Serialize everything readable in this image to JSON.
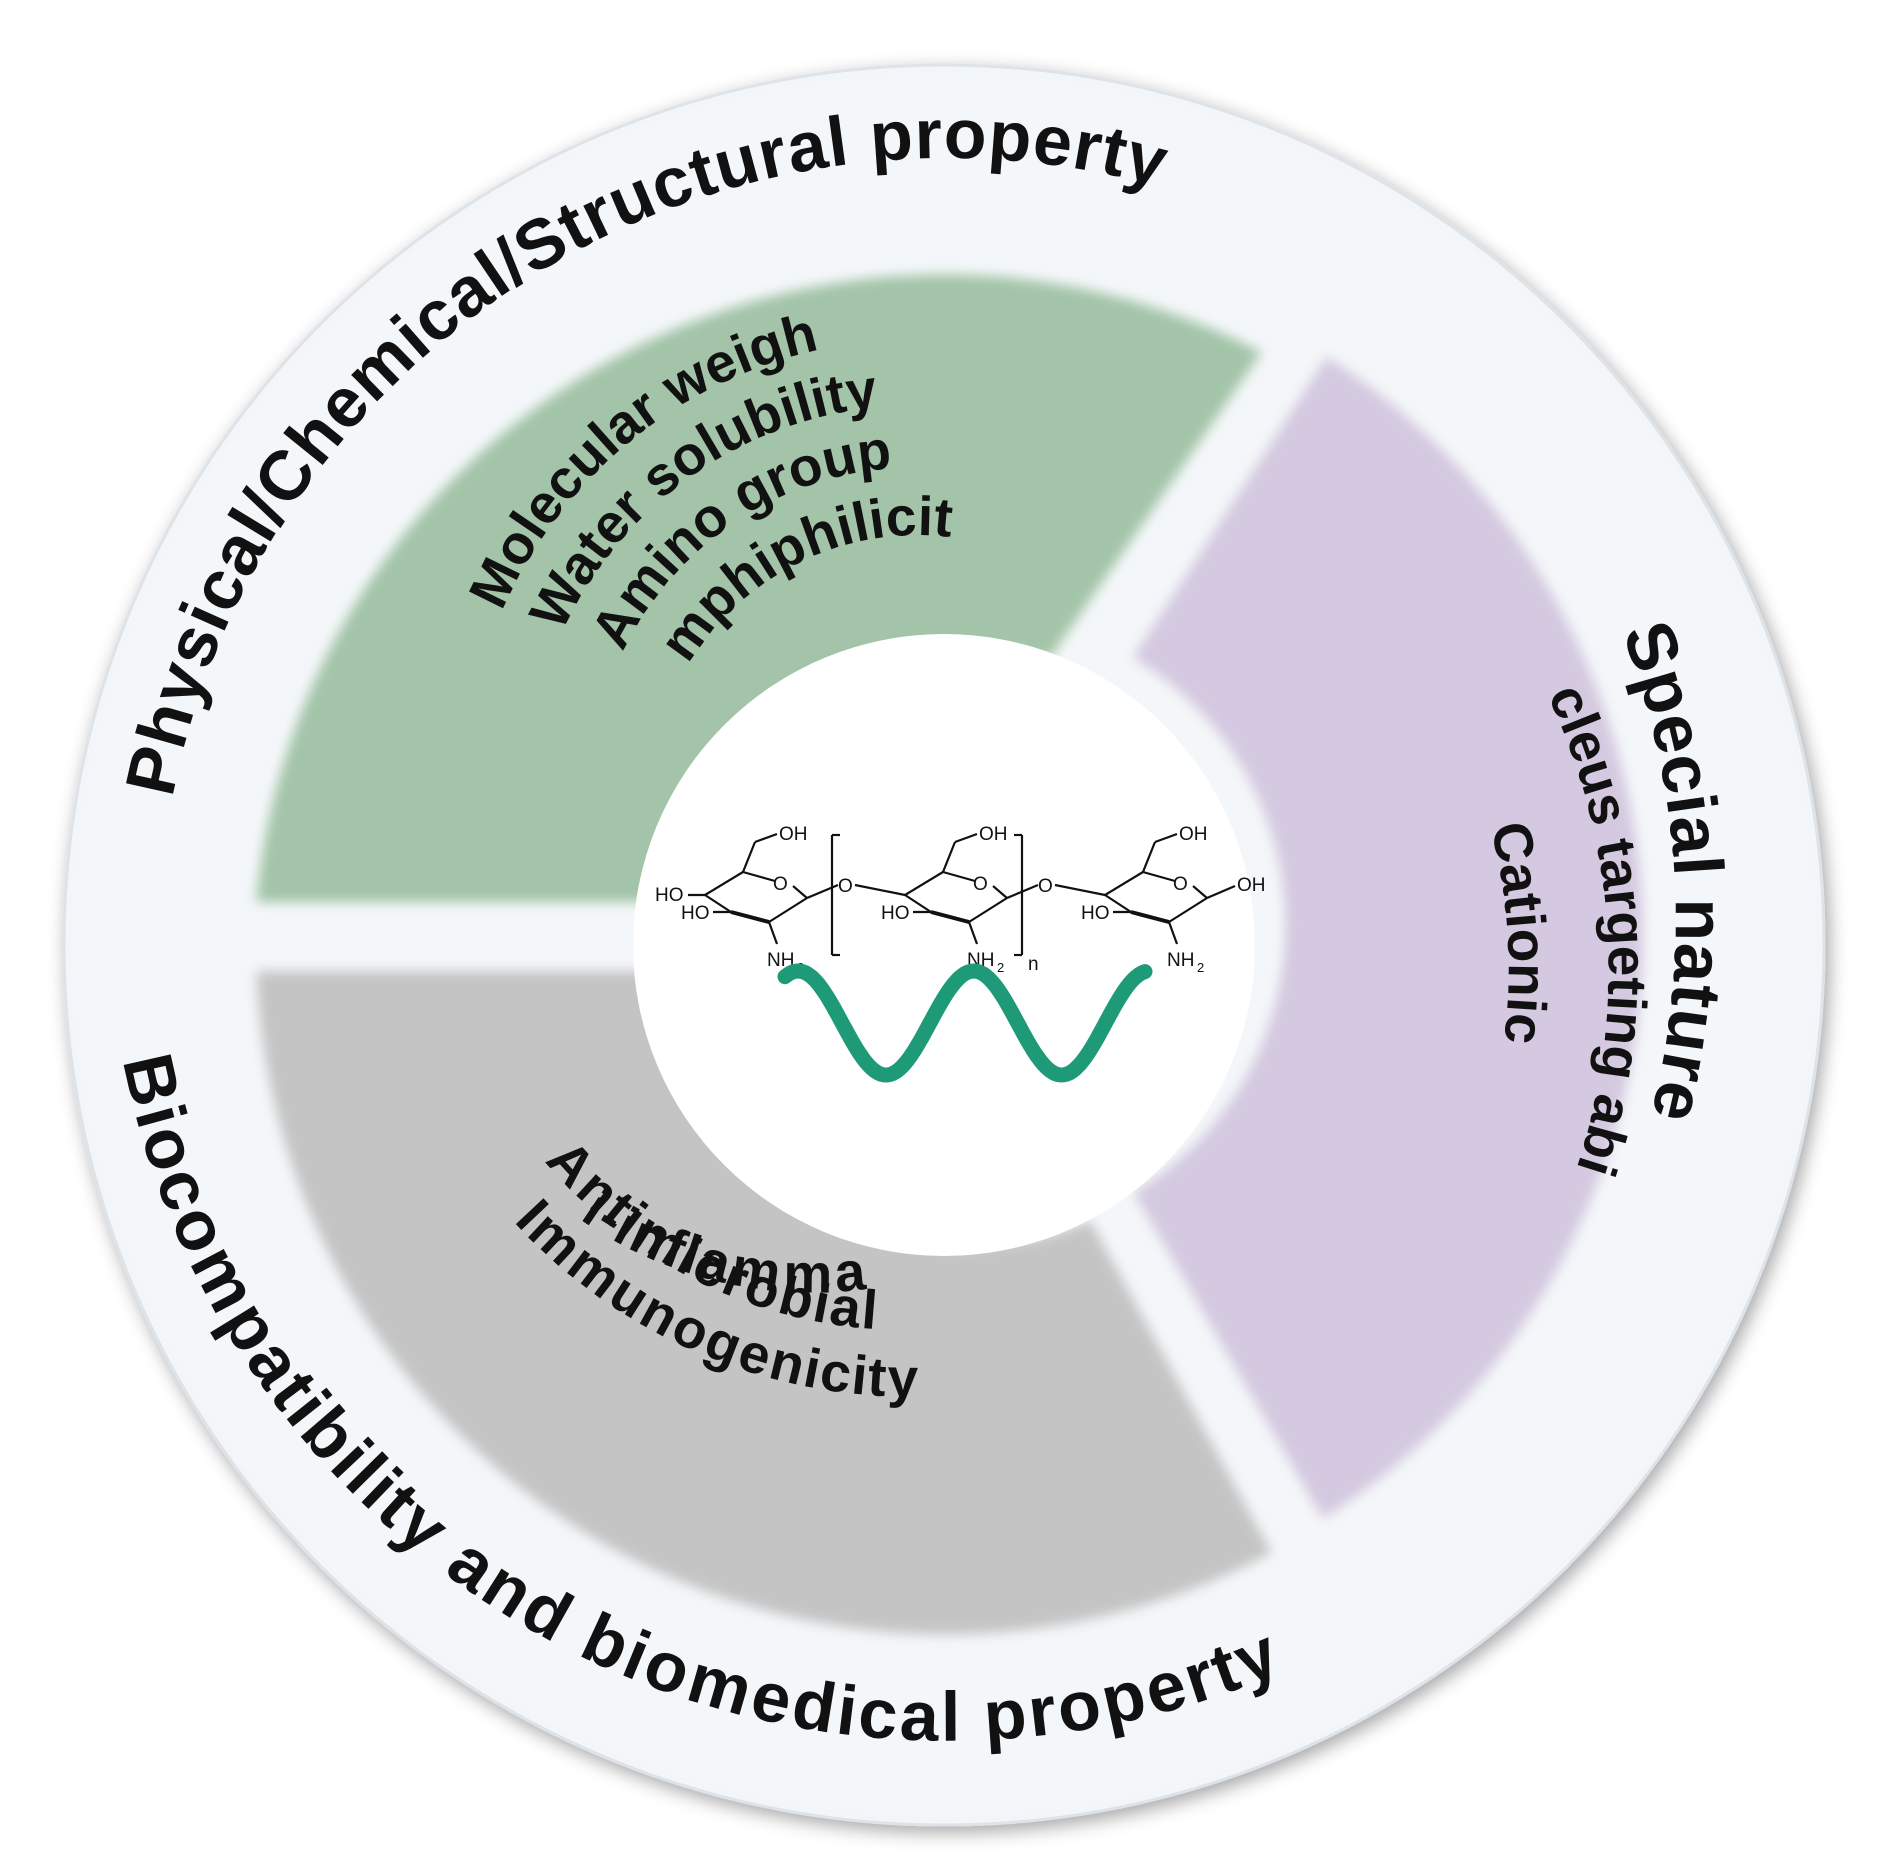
{
  "diagram": {
    "ring_labels": {
      "physical": "Physical/Chemical/Structural property",
      "special": "Special nature",
      "bio": "Biocompatibility and biomedical property"
    },
    "sectors": [
      {
        "id": "physical",
        "color": "#a3c4a8",
        "items": [
          "Molecular weight",
          "Water solubility",
          "Amino groups",
          "amphiphilicity"
        ]
      },
      {
        "id": "special",
        "color": "#d4c9e0",
        "items": [
          "Cationic",
          "Nucleus targeting ability"
        ]
      },
      {
        "id": "bio",
        "color": "#c4c4c5",
        "items": [
          "Immunogenicity",
          "Antimicrobial",
          "Anti-inflammation"
        ]
      }
    ],
    "center": {
      "structure_labels": {
        "oh": "OH",
        "ho": "HO",
        "o": "O",
        "nh2": "NH",
        "nh2_sub": "2",
        "n": "n"
      },
      "wave_color": "#1f9a78"
    },
    "colors": {
      "outer_ring": "#f3f6f8",
      "center": "#ffffff"
    }
  }
}
